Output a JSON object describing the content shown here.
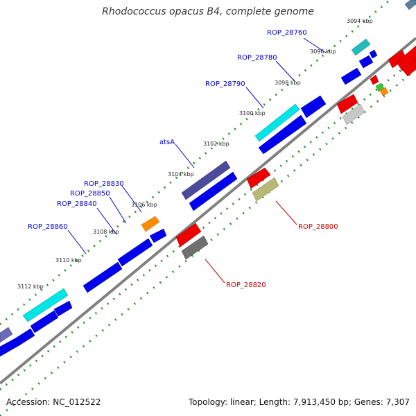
{
  "title": "Rhodococcus opacus B4, complete genome",
  "footer": {
    "accession": "Accession: NC_012522",
    "summary": "Topology: linear; Length: 7,913,450 bp; Genes: 7,307"
  },
  "colors": {
    "background": "#ffffff",
    "dna_line": "#808080",
    "tick_dots": "#2e8b2e",
    "plus_label": "#0000cc",
    "minus_label": "#cc0000",
    "blue_gene": "#0000ee",
    "cyan_gene": "#00e5e5",
    "teal_gene": "#22bbbb",
    "slate_gene": "#4b4b99",
    "orange_gene": "#ff8c00",
    "red_gene": "#ee0000",
    "olive_gene": "#b8b878",
    "gray_gene": "#707070",
    "lightgray_gene": "#c8c8c8"
  },
  "kbp_ticks": [
    "3094 kbp",
    "3096 kbp",
    "3098 kbp",
    "3100 kbp",
    "3102 kbp",
    "3104 kbp",
    "3106 kbp",
    "3108 kbp",
    "3110 kbp",
    "3112 kbp"
  ],
  "plus_gene_labels": [
    "ROP_28760",
    "ROP_28780",
    "ROP_28790",
    "atsA",
    "ROP_28830",
    "ROP_28850",
    "ROP_28840",
    "ROP_28860"
  ],
  "minus_gene_labels": [
    "ROP_28800",
    "ROP_28820"
  ]
}
